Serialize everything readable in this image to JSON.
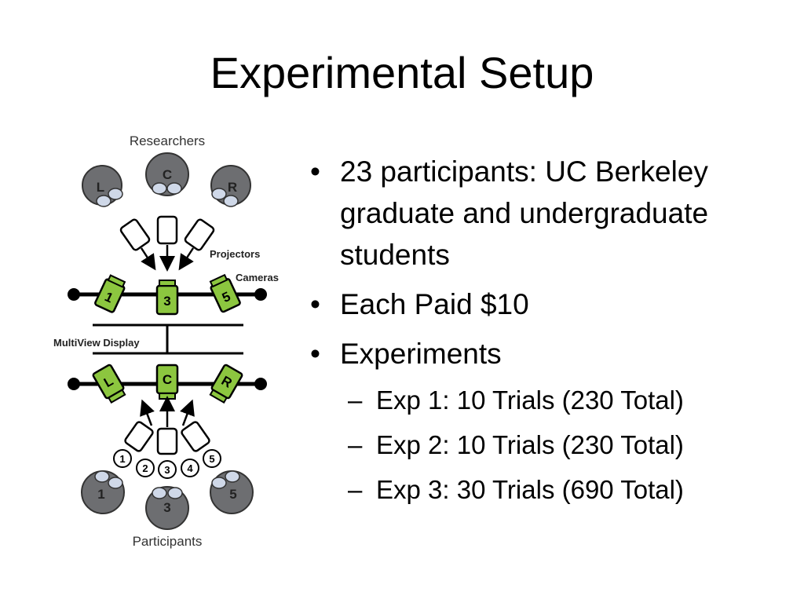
{
  "slide": {
    "title": "Experimental Setup"
  },
  "diagram": {
    "researchers_label": "Researchers",
    "projectors_label": "Projectors",
    "cameras_label": "Cameras",
    "display_label": "MultiView Display",
    "participants_label": "Participants",
    "researchers": [
      "L",
      "C",
      "R"
    ],
    "top_cameras": [
      "1",
      "3",
      "5"
    ],
    "bottom_cameras": [
      "L",
      "C",
      "R"
    ],
    "seats": [
      "1",
      "2",
      "3",
      "4",
      "5"
    ],
    "participants": [
      "1",
      "3",
      "5"
    ],
    "colors": {
      "camera_green": "#8cc63f",
      "person_gray": "#6d6e71",
      "eye_blue": "#cfd8e8"
    }
  },
  "bullets": [
    {
      "text": "23 participants: UC Berkeley graduate and undergraduate students"
    },
    {
      "text": "Each Paid $10"
    },
    {
      "text": "Experiments"
    }
  ],
  "sub_bullets": [
    "Exp 1: 10 Trials (230 Total)",
    "Exp 2: 10 Trials (230 Total)",
    "Exp 3: 30 Trials (690 Total)"
  ],
  "markers": {
    "bullet": "•",
    "dash": "–"
  }
}
